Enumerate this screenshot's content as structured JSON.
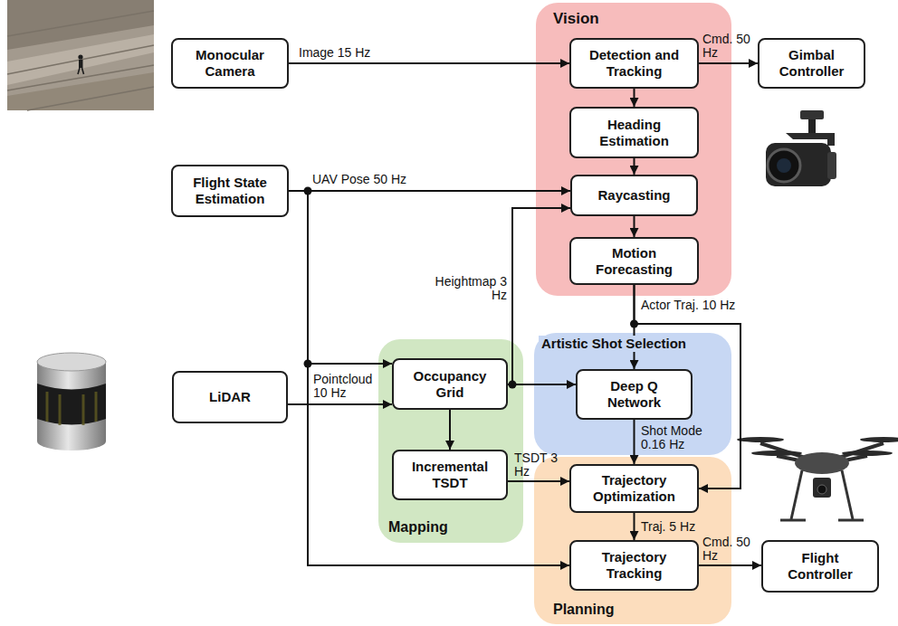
{
  "diagram": {
    "nodes": [
      {
        "text": [
          "Monocular Camera"
        ]
      },
      {
        "text": [
          "Vision"
        ]
      },
      {
        "text": [
          "Detection and Tracking"
        ],
        "in": 1
      },
      {
        "text": [
          "Gimbal Controller"
        ]
      },
      {
        "text": [
          "Heading Estimation"
        ],
        "in": 1
      },
      {
        "text": [
          "Flight State Estimation"
        ]
      },
      {
        "text": [
          "Raycasting"
        ],
        "in": 1
      },
      {
        "text": [
          "Motion Forecasting"
        ],
        "in": 1
      },
      {
        "text": [
          "Artistic Shot Selection"
        ]
      },
      {
        "text": [
          "Mapping"
        ]
      },
      {
        "text": [
          "Occupancy Grid"
        ],
        "in": 9
      },
      {
        "text": [
          "LiDAR"
        ]
      },
      {
        "text": [
          "Deep Q Network"
        ],
        "in": 8
      },
      {
        "text": [
          "Incremental TSDT"
        ],
        "in": 9
      },
      {
        "text": [
          "Planning"
        ]
      },
      {
        "text": [
          "Trajectory Optimization"
        ],
        "in": 14
      },
      {
        "text": [
          "Trajectory Tracking"
        ],
        "in": 14
      },
      {
        "text": [
          "Flight Controller"
        ]
      }
    ],
    "edges": [
      {
        "from": 0,
        "to": 2,
        "arrow": "to",
        "label": "Image 15 Hz"
      },
      {
        "from": 2,
        "to": 3,
        "arrow": "to",
        "label": "Cmd. 50 Hz"
      },
      {
        "from": 2,
        "to": 4,
        "arrow": "to"
      },
      {
        "from": 4,
        "to": 6,
        "arrow": "to"
      },
      {
        "from": 5,
        "to": 6,
        "arrow": "to",
        "label": "UAV Pose 50 Hz"
      },
      {
        "from": 6,
        "to": 7,
        "arrow": "to"
      },
      {
        "from": 7,
        "to": 12,
        "arrow": "to",
        "label": "Actor Traj. 10 Hz"
      },
      {
        "from": 7,
        "to": 15,
        "arrow": "to"
      },
      {
        "from": 5,
        "to": 10,
        "arrow": "to"
      },
      {
        "from": 5,
        "to": 16,
        "arrow": "to"
      },
      {
        "from": 11,
        "to": 10,
        "arrow": "to",
        "label": "Pointcloud 10 Hz"
      },
      {
        "from": 10,
        "to": 6,
        "arrow": "to",
        "label": "Heightmap 3 Hz"
      },
      {
        "from": 10,
        "to": 12,
        "arrow": "to"
      },
      {
        "from": 10,
        "to": 13,
        "arrow": "to"
      },
      {
        "from": 13,
        "to": 15,
        "arrow": "to",
        "label": "TSDT 3 Hz"
      },
      {
        "from": 12,
        "to": 15,
        "arrow": "to",
        "label": "Shot Mode 0.16 Hz"
      },
      {
        "from": 15,
        "to": 16,
        "arrow": "to",
        "label": "Traj. 5 Hz"
      },
      {
        "from": 16,
        "to": 17,
        "arrow": "to",
        "label": "Cmd. 50 Hz"
      }
    ]
  }
}
